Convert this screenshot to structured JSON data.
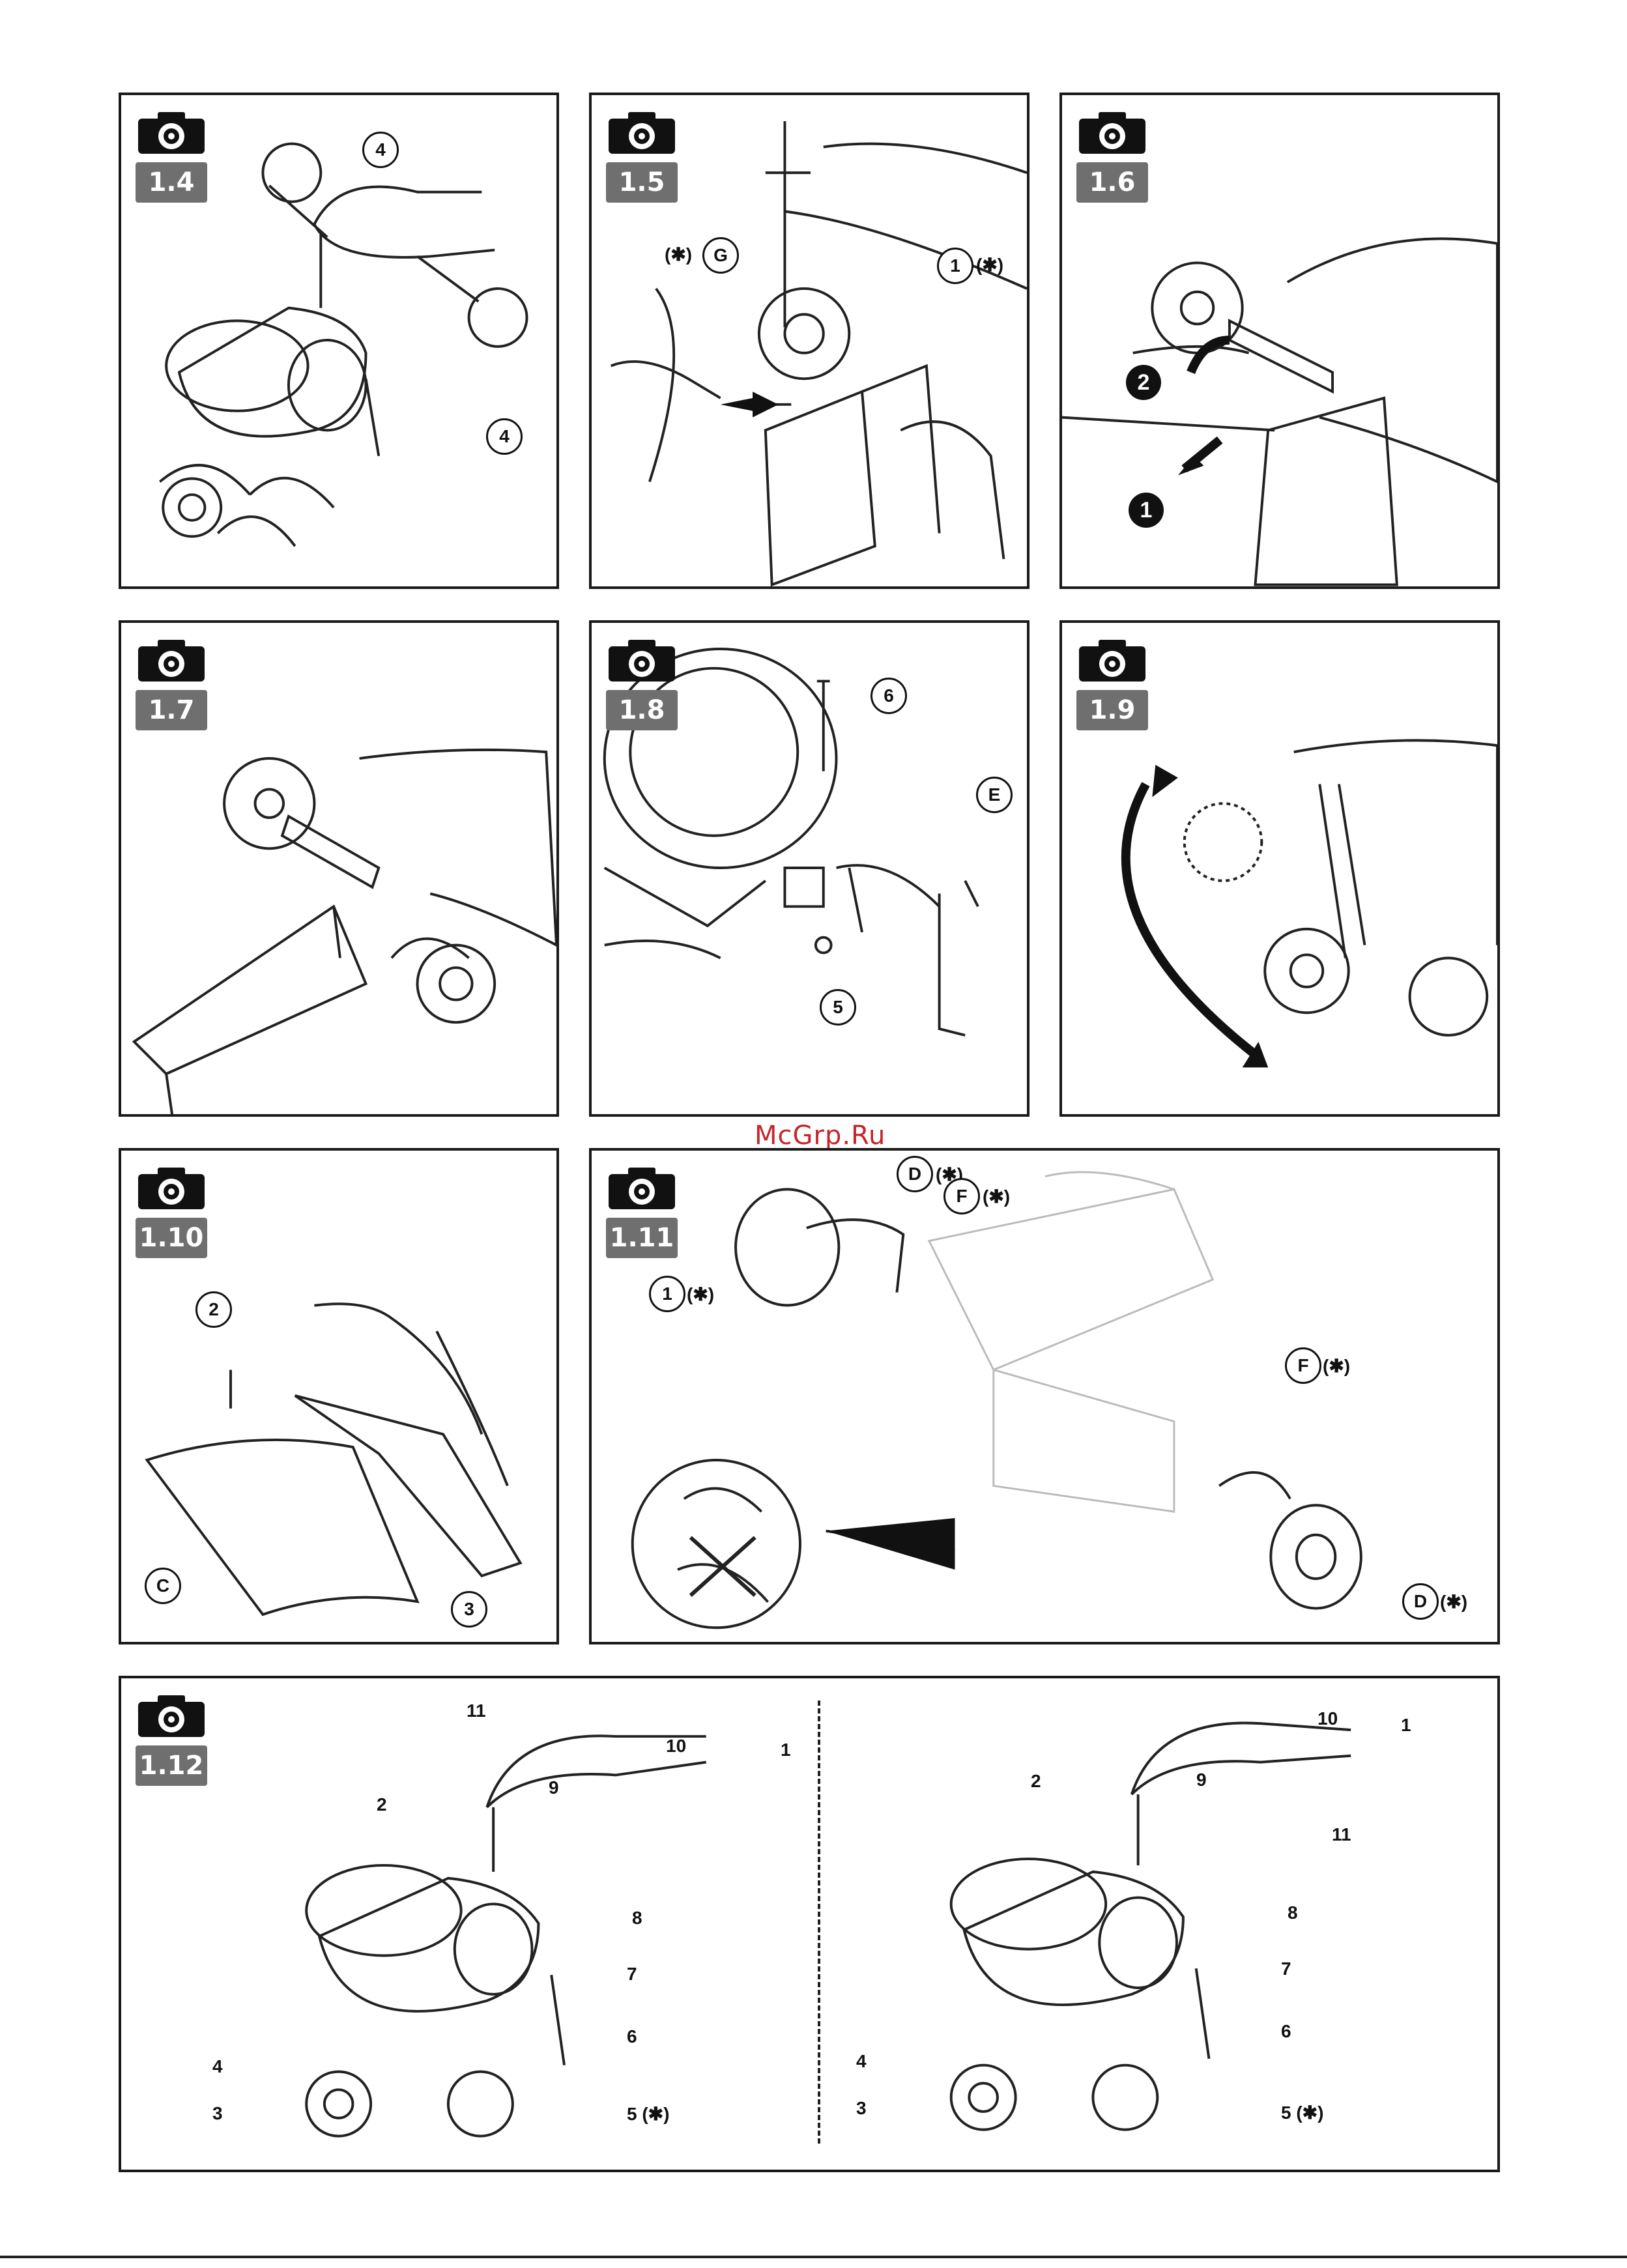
{
  "watermark": "McGrp.Ru",
  "panels": {
    "p14": {
      "fig": "1.4",
      "callouts": [
        "4",
        "4"
      ]
    },
    "p15": {
      "fig": "1.5",
      "callouts": [
        "G",
        "1"
      ],
      "star": "(✱)"
    },
    "p16": {
      "fig": "1.6",
      "steps": [
        "2",
        "1"
      ]
    },
    "p17": {
      "fig": "1.7"
    },
    "p18": {
      "fig": "1.8",
      "callouts": [
        "6",
        "E",
        "5"
      ]
    },
    "p19": {
      "fig": "1.9"
    },
    "p110": {
      "fig": "1.10",
      "callouts": [
        "2",
        "C",
        "3"
      ]
    },
    "p111": {
      "fig": "1.11",
      "callouts": [
        "D",
        "F",
        "1",
        "F",
        "D"
      ],
      "star": "(✱)"
    },
    "p112": {
      "fig": "1.12",
      "left_labels": [
        "11",
        "10",
        "1",
        "2",
        "9",
        "8",
        "7",
        "6",
        "4",
        "3",
        "5 (✱)"
      ],
      "right_labels": [
        "10",
        "1",
        "2",
        "9",
        "11",
        "8",
        "7",
        "6",
        "4",
        "3",
        "5 (✱)"
      ]
    }
  },
  "icons": {
    "camera": "camera-icon"
  }
}
